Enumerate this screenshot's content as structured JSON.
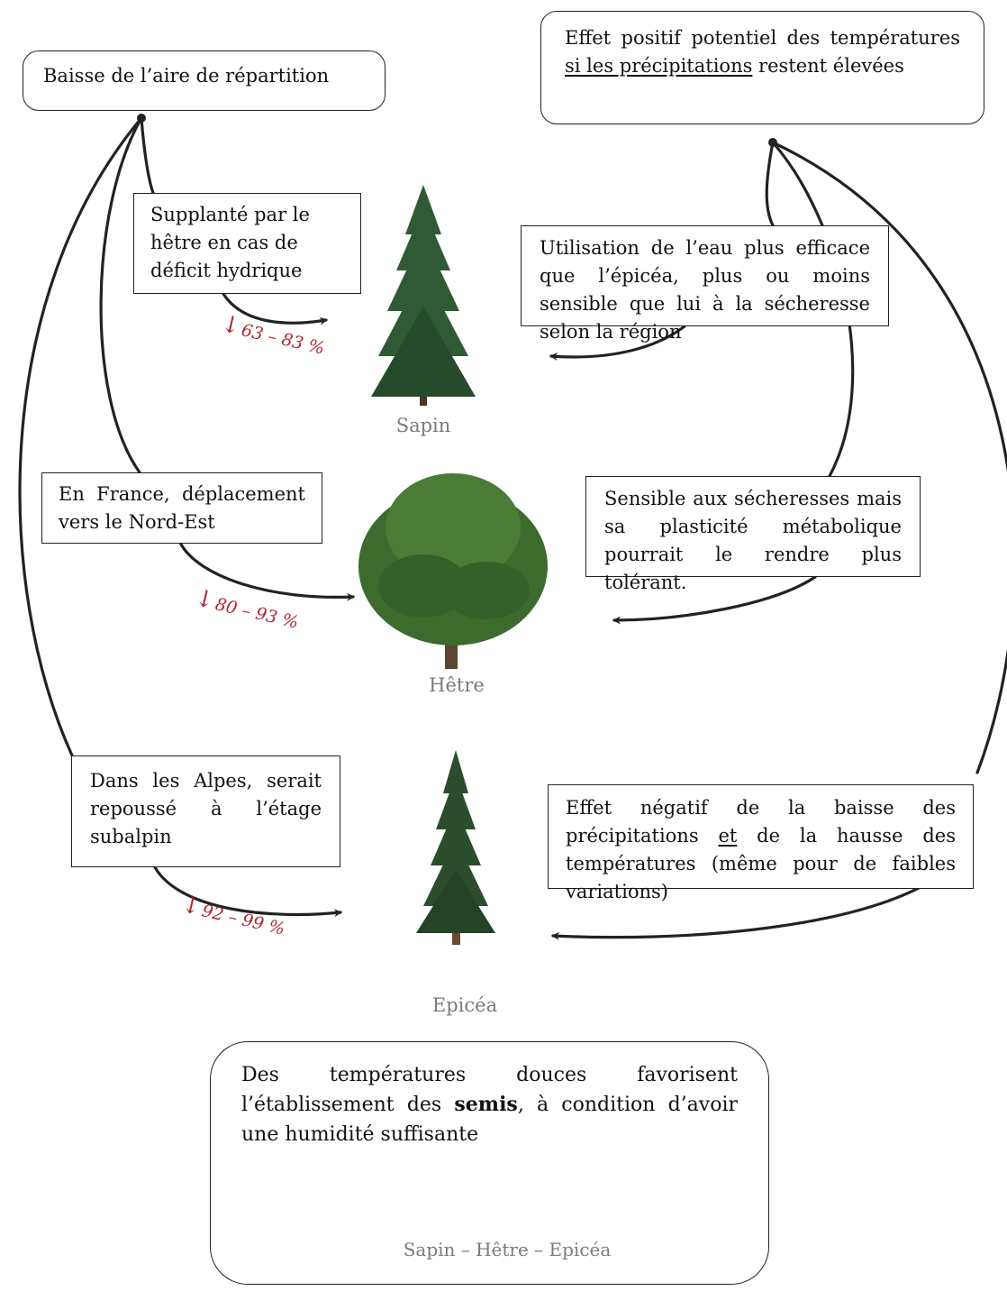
{
  "boxes": {
    "aire": "Baisse de l’aire de répartition",
    "effet_positif": {
      "a": "Effet positif potentiel des températures ",
      "u": "si les précipitations",
      "b": " restent élevées"
    },
    "sapin_hetre": "Supplanté par le hêtre en cas de déficit hydrique",
    "sapin_eau": "Utilisation de l’eau plus efficace que l’épicéa, plus ou moins sensible que lui à la sécheresse selon la région",
    "hetre_france": "En France, déplacement vers le Nord-Est",
    "hetre_sensible": "Sensible aux sécheresses mais sa plasticité métabolique pourrait le rendre plus tolérant.",
    "epicea_alpes": "Dans les Alpes, serait repoussé à l’étage subalpin",
    "epicea_negatif": {
      "a": "Effet négatif de la baisse des précipitations ",
      "u": "et",
      "b": " de la hausse des températures (même pour de faibles variations)"
    },
    "semis": {
      "a": "Des températures douces favorisent l’établissement des ",
      "bold": "semis",
      "b": ", à condition d’avoir une humidité suffisante"
    }
  },
  "percentages": {
    "arrow": "↓",
    "sapin": "63 – 83 %",
    "hetre": "80 – 93 %",
    "epicea": "92 – 99 %"
  },
  "tree_labels": {
    "sapin": "Sapin",
    "hetre": "Hêtre",
    "epicea": "Epicéa",
    "semis": "Sapin – Hêtre – Epicéa"
  },
  "colors": {
    "line": "#222222",
    "percent": "#b0272c",
    "sapin_green": "#2f5a33",
    "hetre_green": "#3d6b2e",
    "epicea_green": "#2b4d2c",
    "semis_hetre": "#c8dd6a",
    "semis_epicea": "#4fa06a"
  }
}
